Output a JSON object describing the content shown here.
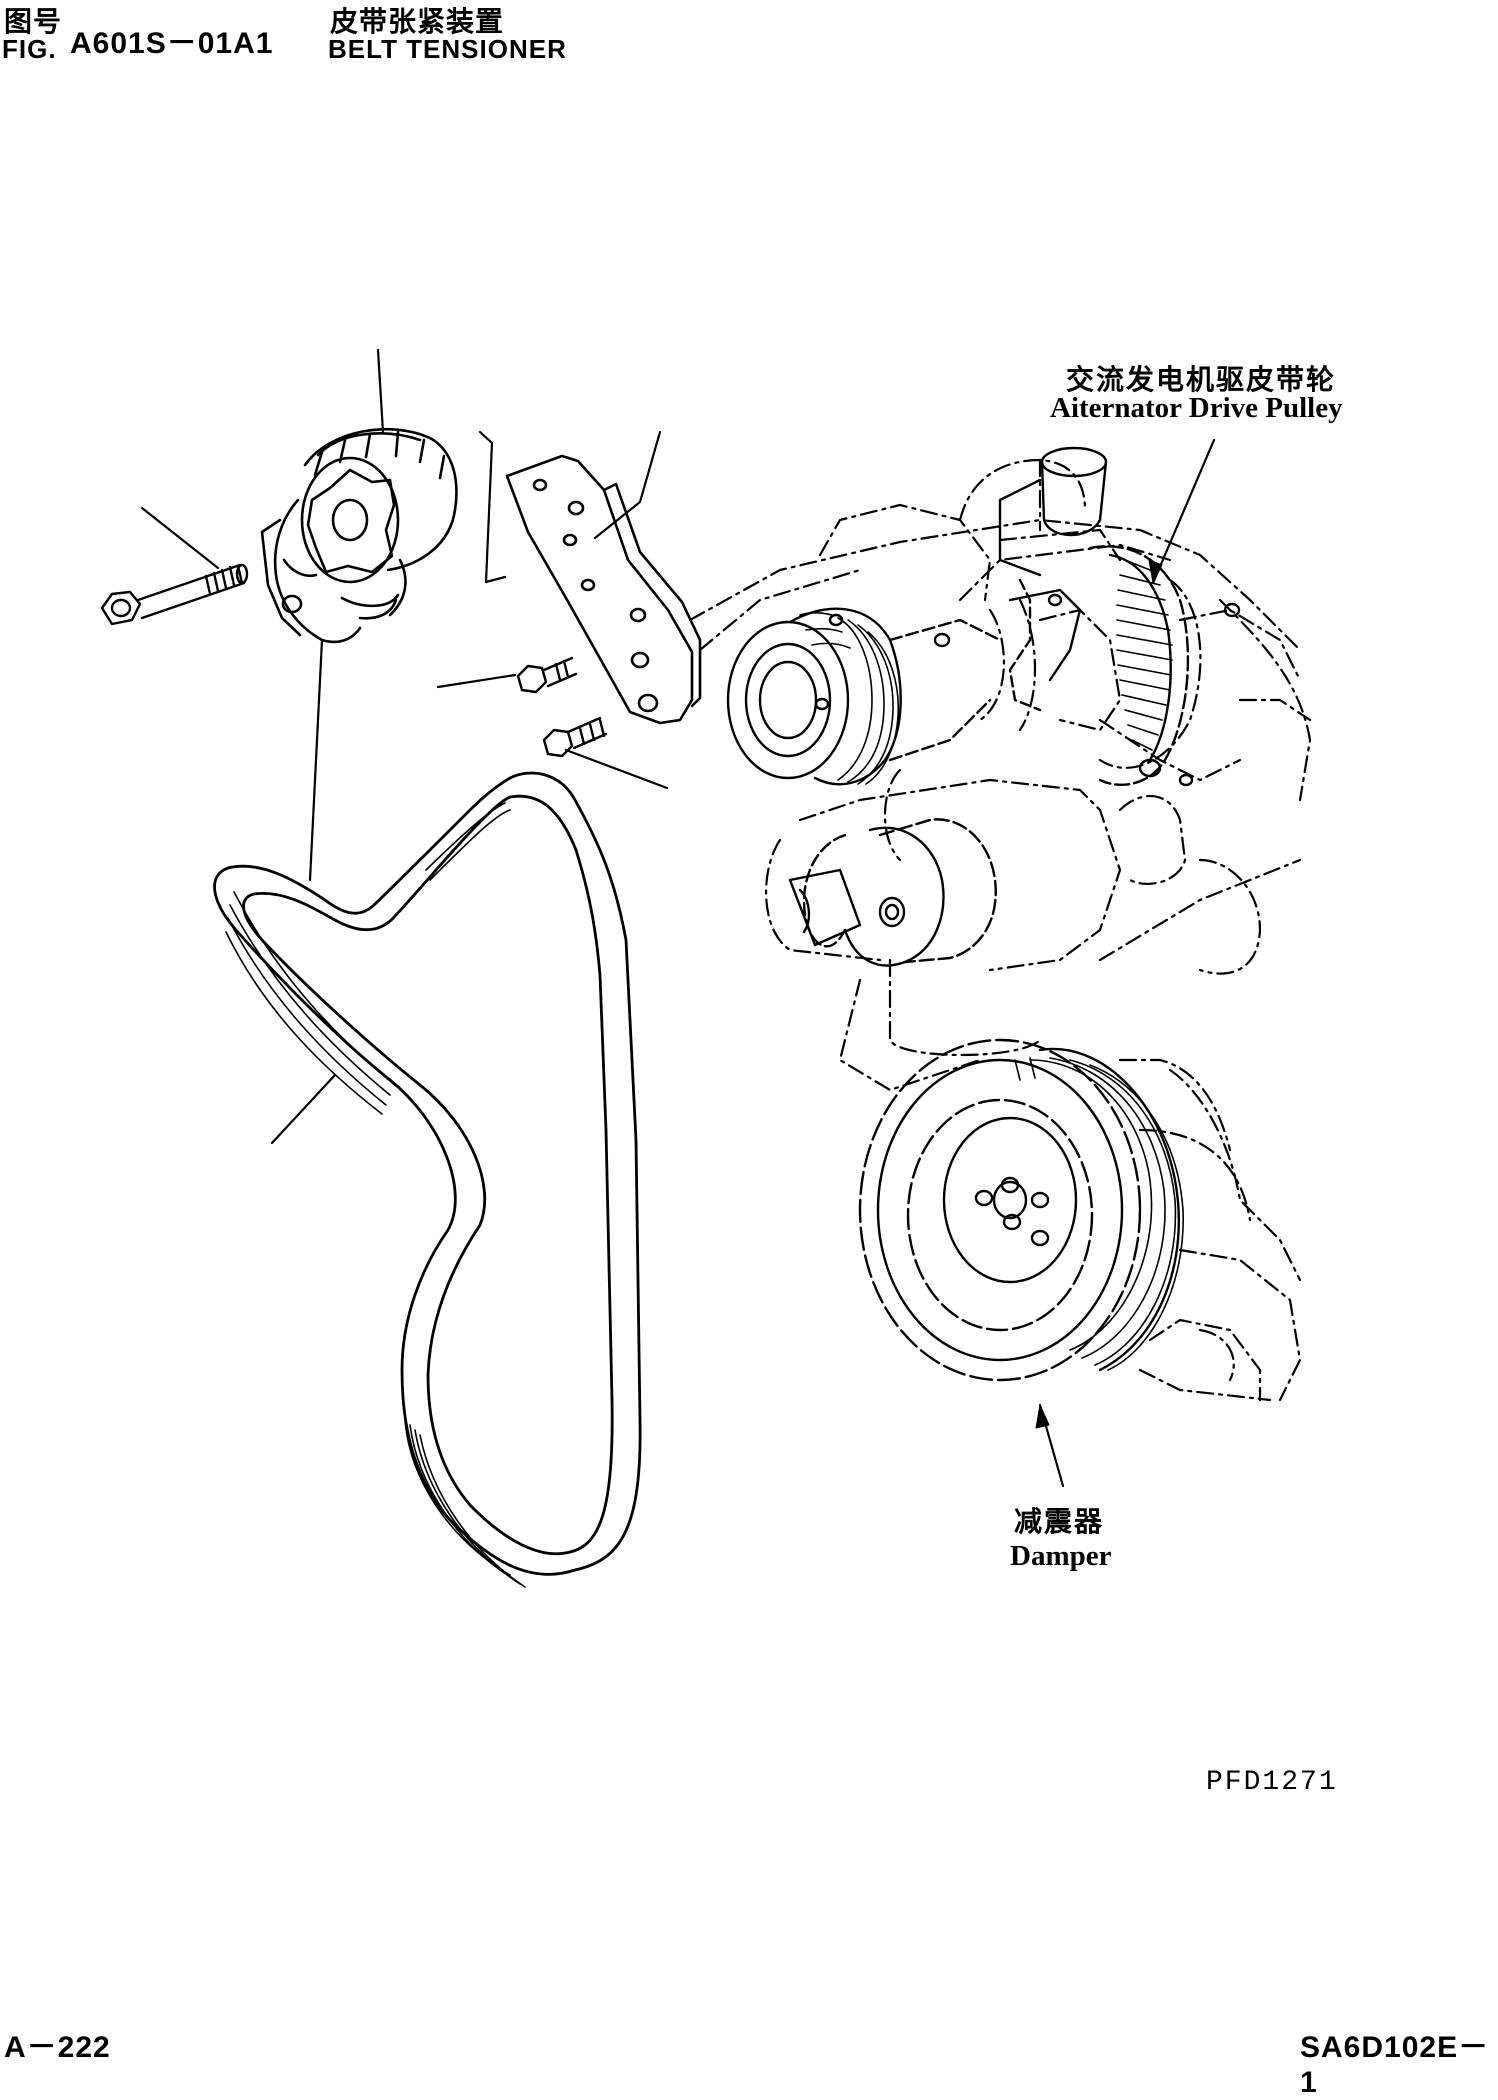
{
  "header": {
    "fig_label_cn": "图号",
    "fig_label_en": "FIG.",
    "fig_number": "A601S－01A1",
    "title_cn": "皮带张紧装置",
    "title_en": "BELT TENSIONER"
  },
  "labels": {
    "alternator_cn": "交流发电机驱皮带轮",
    "alternator_en": "Aiternator Drive Pulley",
    "damper_cn": "减震器",
    "damper_en": "Damper"
  },
  "drawing_code": "PFD1271",
  "footer": {
    "page": "A－222",
    "model": "SA6D102E－1"
  }
}
